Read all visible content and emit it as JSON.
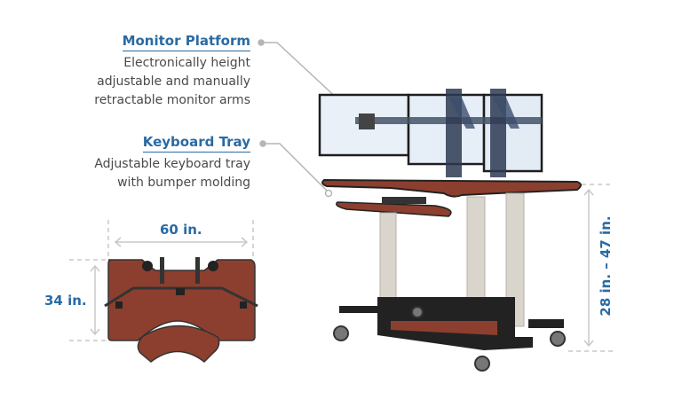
{
  "callouts": [
    {
      "title": "Monitor Platform",
      "description_lines": [
        "Electronically  height",
        "adjustable and manually",
        "retractable monitor arms"
      ]
    },
    {
      "title": "Keyboard Tray",
      "description_lines": [
        "Adjustable keyboard tray",
        "with bumper molding"
      ]
    }
  ],
  "dimensions": {
    "width": "60 in.",
    "depth": "34 in.",
    "height_range": "28 in. – 47 in."
  },
  "colors": {
    "accent_blue": "#2a6aa3",
    "text_gray": "#4a4a4a",
    "wood": "#8c3f2e",
    "frame": "#222222",
    "column": "#d9d4cc",
    "leader_line": "#b5b5b5"
  }
}
